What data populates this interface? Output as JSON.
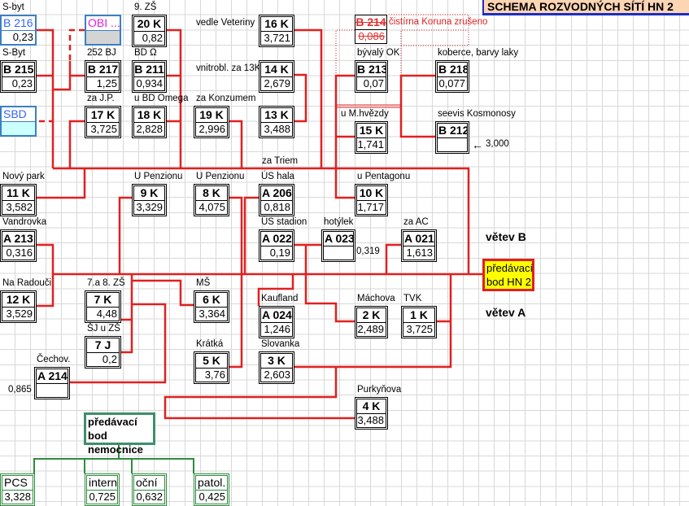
{
  "title": "SCHEMA ROZVODNÝCH SÍTÍ  HN 2",
  "handover_hn2": {
    "line1": "předávací",
    "line2": "bod HN 2"
  },
  "handover_hospital": {
    "line1": "předávací bod",
    "line2": "nemocnice"
  },
  "branch_b": "větev B",
  "branch_a": "větev A",
  "notes": {
    "b214_note": "čistírna Koruna zrušeno",
    "b212_arrow": "←",
    "b212_value": "3,000",
    "a023_value": "0,319",
    "a214_value": "0,865",
    "za_triem": "za Triem",
    "vedle_veteriny": "vedle Veteriny",
    "vnitrobl": "vnitrobl. za 13K"
  },
  "colors": {
    "wire": "#e02020",
    "hospital": "#2e8b3e",
    "handover_bg": "#ffff00",
    "title_bg": "#fcd5b4"
  },
  "nodes": [
    {
      "label": "S-byt",
      "code": "B 216",
      "value": "0,23",
      "style": "blue"
    },
    {
      "label": "S-Byt",
      "code": "B 215",
      "value": "0,23",
      "style": "left"
    },
    {
      "label": "",
      "code": "SBD",
      "value": "",
      "style": "blue cyan"
    },
    {
      "label": "",
      "code": "OBI ...",
      "value": "",
      "style": "blue gray magenta"
    },
    {
      "label": "252 BJ",
      "code": "B 217",
      "value": "1,25",
      "style": ""
    },
    {
      "label": "za J.P.",
      "code": "17 K",
      "value": "3,725",
      "style": ""
    },
    {
      "label": "9. ZŠ",
      "code": "20 K",
      "value": "0,82",
      "style": ""
    },
    {
      "label": "BD Ω",
      "code": "B 211",
      "value": "0,934",
      "style": ""
    },
    {
      "label": "u BD Omega",
      "code": "18 K",
      "value": "2,828",
      "style": ""
    },
    {
      "label": "za Konzumem",
      "code": "19 K",
      "value": "2,996",
      "style": ""
    },
    {
      "label": "",
      "code": "16 K",
      "value": "3,721",
      "style": ""
    },
    {
      "label": "",
      "code": "14 K",
      "value": "2,679",
      "style": ""
    },
    {
      "label": "",
      "code": "13 K",
      "value": "3,488",
      "style": ""
    },
    {
      "label": "",
      "code": "B 214",
      "value": "0,086",
      "style": "struck"
    },
    {
      "label": "bývalý OK",
      "code": "B 213",
      "value": "0,07",
      "style": ""
    },
    {
      "label": "koberce, barvy laky",
      "code": "B 218",
      "value": "0,077",
      "style": "left"
    },
    {
      "label": "u M.hvězdy",
      "code": "15 K",
      "value": "1,741",
      "style": ""
    },
    {
      "label": "seevis Kosmonosy",
      "code": "B 212",
      "value": "",
      "style": "left"
    },
    {
      "label": "Nový park",
      "code": "11 K",
      "value": "3,582",
      "style": ""
    },
    {
      "label": "U Penzionu",
      "code": "9 K",
      "value": "3,329",
      "style": ""
    },
    {
      "label": "U Penzionu",
      "code": "8 K",
      "value": "4,075",
      "style": ""
    },
    {
      "label": "ÚS hala",
      "code": "A 206",
      "value": "0,818",
      "style": "left"
    },
    {
      "label": "u Pentagonu",
      "code": "10 K",
      "value": "1,717",
      "style": ""
    },
    {
      "label": "Vandrovka",
      "code": "A 213",
      "value": "0,316",
      "style": "left"
    },
    {
      "label": "ÚS stadion",
      "code": "A 022",
      "value": "0,19",
      "style": "left"
    },
    {
      "label": "hotýlek",
      "code": "A 023",
      "value": "",
      "style": "left"
    },
    {
      "label": "za AC",
      "code": "A 021",
      "value": "1,613",
      "style": "left"
    },
    {
      "label": "Na Radouči",
      "code": "12 K",
      "value": "3,529",
      "style": ""
    },
    {
      "label": "7.a 8. ZŠ",
      "code": "7 K",
      "value": "4,48",
      "style": ""
    },
    {
      "label": "MŠ",
      "code": "6 K",
      "value": "3,364",
      "style": ""
    },
    {
      "label": "Kaufland",
      "code": "A 024",
      "value": "1,246",
      "style": "left"
    },
    {
      "label": "Máchova",
      "code": "2 K",
      "value": "2,489",
      "style": ""
    },
    {
      "label": "TVK",
      "code": "1 K",
      "value": "3,725",
      "style": ""
    },
    {
      "label": "ŠJ u ZŠ",
      "code": "7 J",
      "value": "0,2",
      "style": ""
    },
    {
      "label": "Čechov.",
      "code": "A 214",
      "value": "",
      "style": "left"
    },
    {
      "label": "Krátká",
      "code": "5 K",
      "value": "3,76",
      "style": ""
    },
    {
      "label": "Slovanka",
      "code": "3 K",
      "value": "2,603",
      "style": ""
    },
    {
      "label": "Purkyňova",
      "code": "4 K",
      "value": "3,488",
      "style": ""
    },
    {
      "label": "",
      "code": "PCS",
      "value": "3,328",
      "style": "green"
    },
    {
      "label": "",
      "code": "interna",
      "value": "0,725",
      "style": "green"
    },
    {
      "label": "",
      "code": "oční",
      "value": "0,632",
      "style": "green"
    },
    {
      "label": "",
      "code": "patol.",
      "value": "0,425",
      "style": "green"
    }
  ]
}
